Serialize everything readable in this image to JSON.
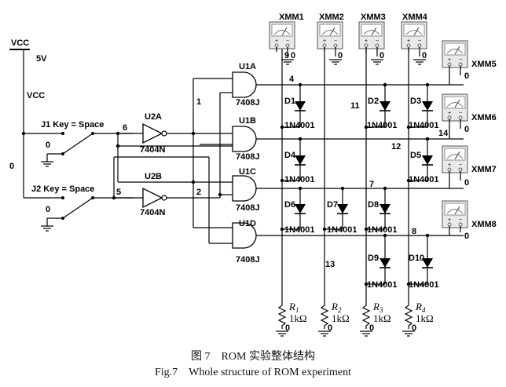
{
  "labels": {
    "vcc_top": "VCC",
    "vcc_volt": "5V",
    "vcc_mid": "VCC",
    "gnd_node": "0",
    "j1": "J1 Key = Space",
    "j2": "J2 Key = Space",
    "j1_gnd": "0",
    "j2_gnd": "0",
    "u2a": "U2A",
    "u2b": "U2B",
    "inv_a": "7404N",
    "inv_b": "7404N",
    "n6": "6",
    "n5": "5",
    "n1": "1",
    "n2": "2",
    "n4": "4",
    "n7": "7",
    "n8": "8",
    "n9": "9",
    "n11": "11",
    "n12": "12",
    "n13": "13",
    "n14": "14"
  },
  "gates": [
    {
      "name": "U1A",
      "part": "7408J"
    },
    {
      "name": "U1B",
      "part": "7408J"
    },
    {
      "name": "U1C",
      "part": "7408J"
    },
    {
      "name": "U1D",
      "part": "7408J"
    }
  ],
  "meters_top": [
    "XMM1",
    "XMM2",
    "XMM3",
    "XMM4"
  ],
  "meters_right": [
    "XMM5",
    "XMM6",
    "XMM7",
    "XMM8"
  ],
  "meter_gnd": "0",
  "diodes": [
    {
      "name": "D1",
      "part": "1N4001"
    },
    {
      "name": "D2",
      "part": "1N4001"
    },
    {
      "name": "D3",
      "part": "1N4001"
    },
    {
      "name": "D4",
      "part": "1N4001"
    },
    {
      "name": "D5",
      "part": "1N4001"
    },
    {
      "name": "D6",
      "part": "1N4001"
    },
    {
      "name": "D7",
      "part": "1N4001"
    },
    {
      "name": "D8",
      "part": "1N4001"
    },
    {
      "name": "D9",
      "part": "1N4001"
    },
    {
      "name": "D10",
      "part": "1N4001"
    }
  ],
  "resistors": [
    {
      "name": "R",
      "sub": "1",
      "value": "1kΩ"
    },
    {
      "name": "R",
      "sub": "2",
      "value": "1kΩ"
    },
    {
      "name": "R",
      "sub": "3",
      "value": "1kΩ"
    },
    {
      "name": "R",
      "sub": "4",
      "value": "1kΩ"
    }
  ],
  "caption_cn": "图 7　ROM 实验整体结构",
  "caption_en": "Fig.7　Whole structure of ROM experiment"
}
